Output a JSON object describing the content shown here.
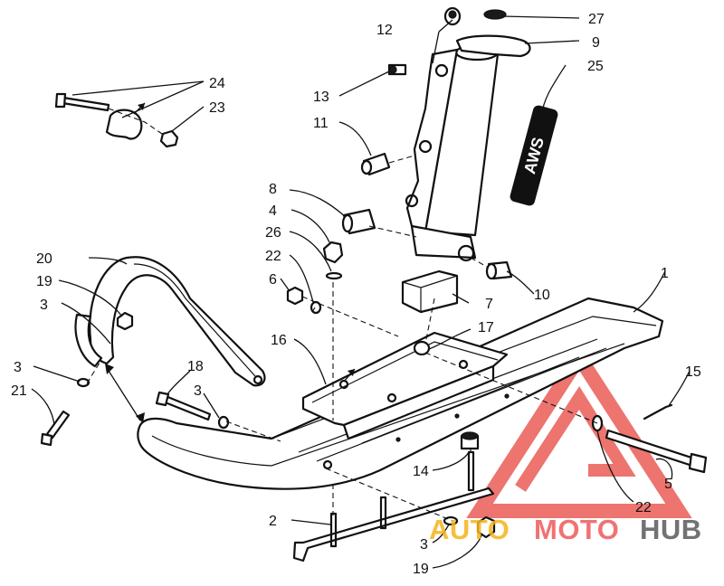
{
  "callouts": {
    "c1": "1",
    "c2": "2",
    "c3a": "3",
    "c3b": "3",
    "c3c": "3",
    "c3d": "3",
    "c4": "4",
    "c5": "5",
    "c6": "6",
    "c7": "7",
    "c8": "8",
    "c9": "9",
    "c10": "10",
    "c11": "11",
    "c12": "12",
    "c13": "13",
    "c14": "14",
    "c15": "15",
    "c16": "16",
    "c17": "17",
    "c18": "18",
    "c19a": "19",
    "c19b": "19",
    "c20": "20",
    "c21": "21",
    "c22a": "22",
    "c22b": "22",
    "c23": "23",
    "c24": "24",
    "c25": "25",
    "c26": "26",
    "c27": "27"
  },
  "decal": {
    "text": "AWS"
  },
  "watermark": {
    "part1": "AUTO",
    "part2": "MOTO",
    "part3": "HUB",
    "colors": {
      "auto": "#f5b31a",
      "moto": "#ef5a5a",
      "hub": "#5a5a5a",
      "triangle": "#e8463f"
    }
  }
}
